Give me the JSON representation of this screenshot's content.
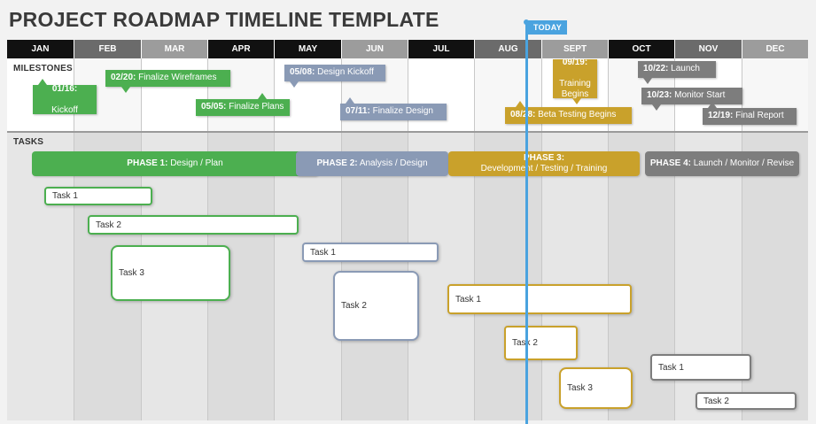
{
  "title": "PROJECT ROADMAP TIMELINE TEMPLATE",
  "sections": {
    "milestones": "MILESTONES",
    "tasks": "TASKS"
  },
  "today_label": "TODAY",
  "months": [
    "JAN",
    "FEB",
    "MAR",
    "APR",
    "MAY",
    "JUN",
    "JUL",
    "AUG",
    "SEPT",
    "OCT",
    "NOV",
    "DEC"
  ],
  "colors": {
    "green": "#4caf50",
    "slate": "#8a9ab5",
    "gold": "#c9a12b",
    "gray": "#7d7d7d",
    "today": "#4aa3df",
    "month_dark": "#111111",
    "month_mid": "#6b6b6b",
    "month_light": "#9c9c9c"
  },
  "milestones": [
    {
      "date": "01/16:",
      "text": "Kickoff",
      "color": "green"
    },
    {
      "date": "02/20:",
      "text": "Finalize Wireframes",
      "color": "green"
    },
    {
      "date": "05/05:",
      "text": "Finalize Plans",
      "color": "green"
    },
    {
      "date": "05/08:",
      "text": "Design Kickoff",
      "color": "slate"
    },
    {
      "date": "07/11:",
      "text": "Finalize Design",
      "color": "slate"
    },
    {
      "date": "09/19:",
      "text": "Training Begins",
      "color": "gold"
    },
    {
      "date": "08/28:",
      "text": "Beta Testing Begins",
      "color": "gold"
    },
    {
      "date": "10/22:",
      "text": "Launch",
      "color": "gray"
    },
    {
      "date": "10/23:",
      "text": "Monitor Start",
      "color": "gray"
    },
    {
      "date": "12/19:",
      "text": "Final Report",
      "color": "gray"
    }
  ],
  "phases": [
    {
      "label": "PHASE 1:",
      "text": "Design / Plan",
      "color": "green"
    },
    {
      "label": "PHASE 2:",
      "text": "Analysis / Design",
      "color": "slate"
    },
    {
      "label": "PHASE 3:",
      "text": "Development / Testing / Training",
      "color": "gold"
    },
    {
      "label": "PHASE 4:",
      "text": "Launch / Monitor / Revise",
      "color": "gray"
    }
  ],
  "tasks": [
    {
      "label": "Task 1",
      "color": "green"
    },
    {
      "label": "Task 2",
      "color": "green"
    },
    {
      "label": "Task 3",
      "color": "green"
    },
    {
      "label": "Task 1",
      "color": "slate"
    },
    {
      "label": "Task 2",
      "color": "slate"
    },
    {
      "label": "Task 1",
      "color": "gold"
    },
    {
      "label": "Task 2",
      "color": "gold"
    },
    {
      "label": "Task 3",
      "color": "gold"
    },
    {
      "label": "Task 1",
      "color": "gray"
    },
    {
      "label": "Task 2",
      "color": "gray"
    }
  ]
}
